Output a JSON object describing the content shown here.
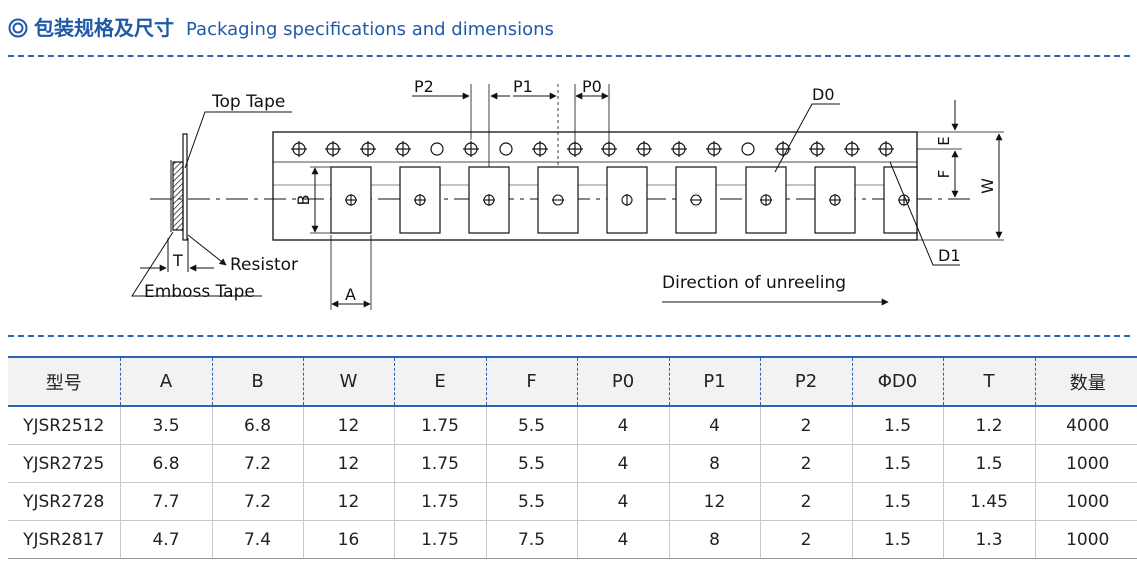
{
  "header": {
    "icon": "double-circle-icon",
    "title_zh": "包装规格及尺寸",
    "title_en": "Packaging specifications and dimensions",
    "accent_color": "#1f5aa8"
  },
  "diagram": {
    "labels": {
      "top_tape": "Top Tape",
      "resistor": "Resistor",
      "emboss_tape": "Emboss Tape",
      "t": "T",
      "a": "A",
      "b": "B",
      "p2": "P2",
      "p1": "P1",
      "p0": "P0",
      "d0": "D0",
      "d1": "D1",
      "e": "E",
      "f": "F",
      "w": "W",
      "direction": "Direction of unreeling"
    }
  },
  "table": {
    "columns": [
      "型号",
      "A",
      "B",
      "W",
      "E",
      "F",
      "P0",
      "P1",
      "P2",
      "ΦD0",
      "T",
      "数量"
    ],
    "rows": [
      [
        "YJSR2512",
        "3.5",
        "6.8",
        "12",
        "1.75",
        "5.5",
        "4",
        "4",
        "2",
        "1.5",
        "1.2",
        "4000"
      ],
      [
        "YJSR2725",
        "6.8",
        "7.2",
        "12",
        "1.75",
        "5.5",
        "4",
        "8",
        "2",
        "1.5",
        "1.5",
        "1000"
      ],
      [
        "YJSR2728",
        "7.7",
        "7.2",
        "12",
        "1.75",
        "5.5",
        "4",
        "12",
        "2",
        "1.5",
        "1.45",
        "1000"
      ],
      [
        "YJSR2817",
        "4.7",
        "7.4",
        "16",
        "1.75",
        "7.5",
        "4",
        "8",
        "2",
        "1.5",
        "1.3",
        "1000"
      ]
    ]
  }
}
